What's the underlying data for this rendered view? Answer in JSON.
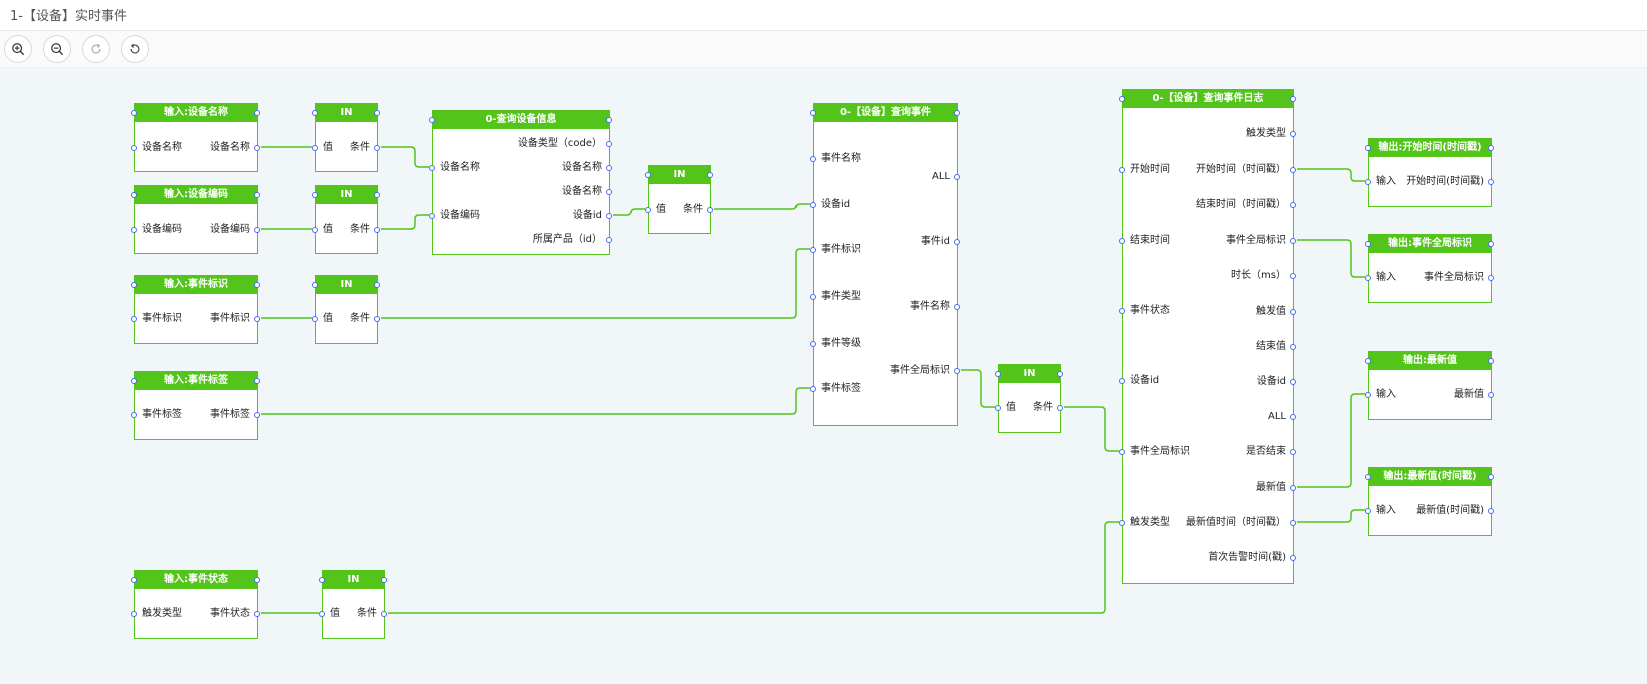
{
  "page": {
    "title": "1-【设备】实时事件"
  },
  "toolbar": {
    "buttons": [
      {
        "name": "zoom-in-button",
        "icon": "zoom-in-icon"
      },
      {
        "name": "zoom-out-button",
        "icon": "zoom-out-icon"
      },
      {
        "name": "redo-button",
        "icon": "redo-icon"
      },
      {
        "name": "reset-button",
        "icon": "reset-icon"
      }
    ]
  },
  "colors": {
    "accent": "#52c41a",
    "port": "#4a6cf7",
    "canvas": "#f1f6f8"
  },
  "nodes": [
    {
      "id": "in_dev_name",
      "title": "输入:设备名称",
      "inputs": [
        "设备名称"
      ],
      "outputs": [
        "设备名称"
      ]
    },
    {
      "id": "in1",
      "title": "IN",
      "inputs": [
        "值"
      ],
      "outputs": [
        "条件"
      ]
    },
    {
      "id": "in_dev_code",
      "title": "输入:设备编码",
      "inputs": [
        "设备编码"
      ],
      "outputs": [
        "设备编码"
      ]
    },
    {
      "id": "in2",
      "title": "IN",
      "inputs": [
        "值"
      ],
      "outputs": [
        "条件"
      ]
    },
    {
      "id": "query_dev",
      "title": "0-查询设备信息",
      "inputs": [
        "设备名称",
        "设备编码"
      ],
      "outputs": [
        "设备类型（code）",
        "设备名称",
        "设备名称",
        "设备id",
        "所属产品（id）"
      ]
    },
    {
      "id": "in3",
      "title": "IN",
      "inputs": [
        "值"
      ],
      "outputs": [
        "条件"
      ]
    },
    {
      "id": "in_evt_flag",
      "title": "输入:事件标识",
      "inputs": [
        "事件标识"
      ],
      "outputs": [
        "事件标识"
      ]
    },
    {
      "id": "in4",
      "title": "IN",
      "inputs": [
        "值"
      ],
      "outputs": [
        "条件"
      ]
    },
    {
      "id": "in_evt_tag",
      "title": "输入:事件标签",
      "inputs": [
        "事件标签"
      ],
      "outputs": [
        "事件标签"
      ]
    },
    {
      "id": "query_evt",
      "title": "0-【设备】查询事件",
      "inputs": [
        "事件名称",
        "设备id",
        "事件标识",
        "事件类型",
        "事件等级",
        "事件标签"
      ],
      "outputs": [
        "ALL",
        "事件id",
        "事件名称",
        "事件全局标识"
      ]
    },
    {
      "id": "in5",
      "title": "IN",
      "inputs": [
        "值"
      ],
      "outputs": [
        "条件"
      ]
    },
    {
      "id": "query_log",
      "title": "0-【设备】查询事件日志",
      "inputs": [
        "开始时间",
        "结束时间",
        "事件状态",
        "设备id",
        "事件全局标识",
        "触发类型"
      ],
      "outputs": [
        "触发类型",
        "开始时间（时间戳）",
        "结束时间（时间戳）",
        "事件全局标识",
        "时长（ms）",
        "触发值",
        "结束值",
        "设备id",
        "ALL",
        "是否结束",
        "最新值",
        "最新值时间（时间戳）",
        "首次告警时间(戳)"
      ]
    },
    {
      "id": "out_start",
      "title": "输出:开始时间(时间戳)",
      "inputs": [
        "输入"
      ],
      "outputs": [
        "开始时间(时间戳)"
      ]
    },
    {
      "id": "out_gid",
      "title": "输出:事件全局标识",
      "inputs": [
        "输入"
      ],
      "outputs": [
        "事件全局标识"
      ]
    },
    {
      "id": "out_latest",
      "title": "输出:最新值",
      "inputs": [
        "输入"
      ],
      "outputs": [
        "最新值"
      ]
    },
    {
      "id": "out_latest_ts",
      "title": "输出:最新值(时间戳)",
      "inputs": [
        "输入"
      ],
      "outputs": [
        "最新值(时间戳)"
      ]
    },
    {
      "id": "in_evt_status",
      "title": "输入:事件状态",
      "inputs": [
        "触发类型"
      ],
      "outputs": [
        "事件状态"
      ]
    },
    {
      "id": "in6",
      "title": "IN",
      "inputs": [
        "值"
      ],
      "outputs": [
        "条件"
      ]
    }
  ],
  "edges": [
    {
      "from": "in_dev_name",
      "out": 0,
      "to": "in1",
      "in": 0
    },
    {
      "from": "in_dev_code",
      "out": 0,
      "to": "in2",
      "in": 0
    },
    {
      "from": "in1",
      "out": 0,
      "to": "query_dev",
      "in": 0
    },
    {
      "from": "in2",
      "out": 0,
      "to": "query_dev",
      "in": 1
    },
    {
      "from": "query_dev",
      "out": 3,
      "to": "in3",
      "in": 0
    },
    {
      "from": "in3",
      "out": 0,
      "to": "query_evt",
      "in": 1
    },
    {
      "from": "in_evt_flag",
      "out": 0,
      "to": "in4",
      "in": 0
    },
    {
      "from": "in4",
      "out": 0,
      "to": "query_evt",
      "in": 2
    },
    {
      "from": "in_evt_tag",
      "out": 0,
      "to": "query_evt",
      "in": 5
    },
    {
      "from": "query_evt",
      "out": 3,
      "to": "in5",
      "in": 0
    },
    {
      "from": "in5",
      "out": 0,
      "to": "query_log",
      "in": 4
    },
    {
      "from": "query_log",
      "out": 1,
      "to": "out_start",
      "in": 0
    },
    {
      "from": "query_log",
      "out": 3,
      "to": "out_gid",
      "in": 0
    },
    {
      "from": "query_log",
      "out": 10,
      "to": "out_latest",
      "in": 0
    },
    {
      "from": "query_log",
      "out": 11,
      "to": "out_latest_ts",
      "in": 0
    },
    {
      "from": "in_evt_status",
      "out": 0,
      "to": "in6",
      "in": 0
    },
    {
      "from": "in6",
      "out": 0,
      "to": "query_log",
      "in": 5
    }
  ]
}
